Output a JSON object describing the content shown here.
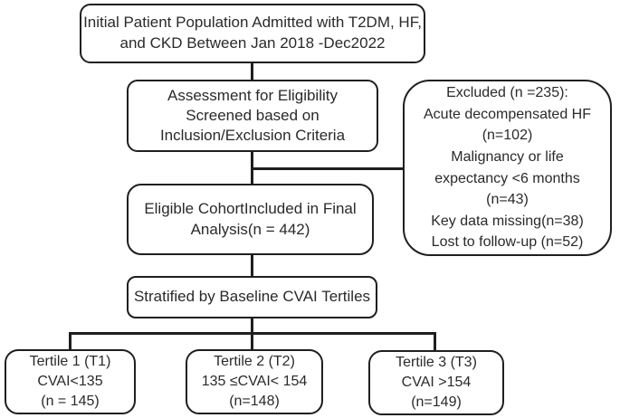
{
  "diagram": {
    "type": "patient-cohort-flowchart",
    "background_color": "#ffffff",
    "line_color": "#1f1f1f",
    "text_color": "#2a2a2a",
    "boxes": {
      "initial": {
        "lines": [
          "Initial Patient Population Admitted with T2DM, HF,",
          "and CKD Between Jan 2018 -Dec2022"
        ]
      },
      "assessment": {
        "lines": [
          "Assessment for Eligibility",
          "Screened based on",
          "Inclusion/Exclusion Criteria"
        ]
      },
      "excluded": {
        "lines": [
          "Excluded (n =235):",
          "Acute decompensated HF",
          "(n=102)",
          "Malignancy or life",
          "expectancy <6 months",
          "(n=43)",
          "Key data missing(n=38)",
          "Lost to follow-up (n=52)"
        ]
      },
      "eligible": {
        "lines": [
          "Eligible CohortIncluded in Final",
          "Analysis(n = 442)"
        ]
      },
      "stratified": {
        "lines": [
          "Stratified by Baseline CVAI Tertiles"
        ]
      },
      "tertile1": {
        "lines": [
          "Tertile 1 (T1)",
          "CVAI<135",
          "(n = 145)"
        ]
      },
      "tertile2": {
        "lines": [
          "Tertile 2 (T2)",
          "135 ≤CVAI< 154",
          "(n=148)"
        ]
      },
      "tertile3": {
        "lines": [
          "Tertile 3 (T3)",
          "CVAI >154",
          "(n=149)"
        ]
      }
    }
  }
}
